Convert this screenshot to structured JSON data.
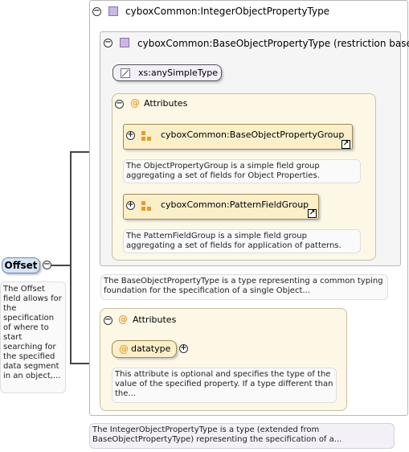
{
  "root": {
    "label": "Offset",
    "doc": "The Offset field allows for the specification of where to start searching for the specified data segment in an object,..."
  },
  "type": {
    "title": "cyboxCommon:IntegerObjectPropertyType",
    "doc": "The IntegerObjectPropertyType is a type (extended from BaseObjectPropertyType) representing the specification of a...",
    "base": {
      "title": "cyboxCommon:BaseObjectPropertyType (restriction base)",
      "simple_type": "xs:anySimpleType",
      "doc": "The BaseObjectPropertyType is a type representing a common typing foundation for the specification of a single Object...",
      "attributes": {
        "label": "Attributes",
        "groups": [
          {
            "name": "cyboxCommon:BaseObjectPropertyGroup",
            "doc": "The ObjectPropertyGroup is a simple field group aggregating a set of fields for Object Properties."
          },
          {
            "name": "cyboxCommon:PatternFieldGroup",
            "doc": "The PatternFieldGroup is a simple field group aggregating a set of fields for application of patterns."
          }
        ]
      }
    },
    "attributes": {
      "label": "Attributes",
      "attribute": {
        "name": "datatype",
        "doc": "This attribute is optional and specifies the type of the value of the specified property. If a type different than the..."
      }
    }
  },
  "icons": {
    "collapse": "minus-circle-icon",
    "expand": "plus-circle-icon",
    "complex_type": "complex-type-icon",
    "simple_type": "simple-type-icon",
    "attribute": "attribute-at-icon",
    "group": "attribute-group-icon",
    "link": "link-arrow-icon"
  },
  "colors": {
    "root_fill": "#d6e4f7",
    "attr_fill": "#fbefc9",
    "attr_pane": "#fdf7e6",
    "type_icon": "#cbb7e2"
  }
}
